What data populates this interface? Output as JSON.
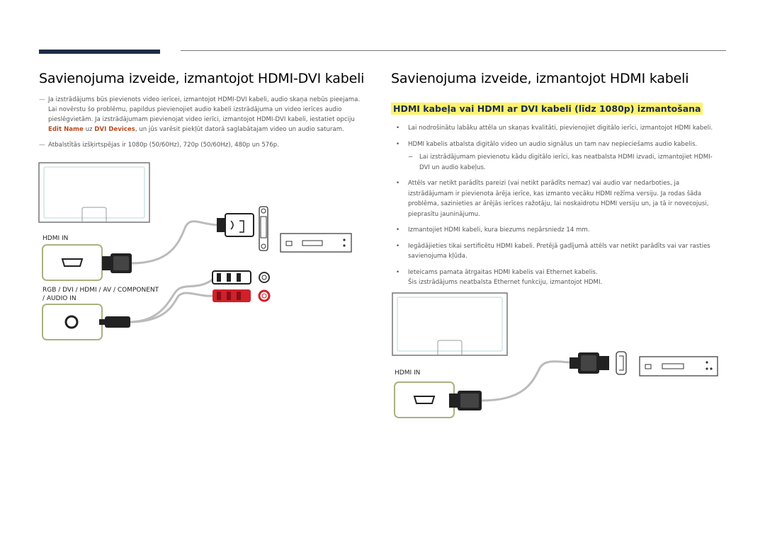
{
  "left": {
    "title": "Savienojuma izveide, izmantojot HDMI-DVI kabeli",
    "note1": {
      "line1": "Ja izstrādājums būs pievienots video ierīcei, izmantojot HDMI-DVI kabeli, audio skaņa nebūs pieejama.",
      "line2": "Lai novērstu šo problēmu, papildus pievienojiet audio kabeli izstrādājuma un video ierīces audio",
      "line3": "pieslēgvietām. Ja izstrādājumam pievienojat video ierīci, izmantojot HDMI-DVI kabeli, iestatiet opciju",
      "edit_name": "Edit Name",
      "uz": "uz",
      "dvi_devices": "DVI Devices",
      "line4_rest": ", un jūs varēsit piekļūt datorā saglabātajam video un audio saturam."
    },
    "note2": "Atbalstītās izšķirtspējas ir 1080p (50/60Hz), 720p (50/60Hz), 480p un 576p.",
    "hdmi_in_label": "HDMI IN",
    "rgb_label_line1": "RGB / DVI / HDMI / AV / COMPONENT",
    "rgb_label_line2": "/ AUDIO IN"
  },
  "right": {
    "title": "Savienojuma izveide, izmantojot HDMI kabeli",
    "subheading": "HDMI kabeļa vai HDMI ar DVI kabeli (līdz 1080p) izmantošana",
    "bullet1": "Lai nodrošinātu labāku attēla un skaņas kvalitāti, pievienojiet digitālo ierīci, izmantojot HDMI kabeli.",
    "bullet2": "HDMI kabelis atbalsta digitālo video un audio signālus un tam nav nepieciešams audio kabelis.",
    "bullet2_sub_line1": "Lai izstrādājumam pievienotu kādu digitālo ierīci, kas neatbalsta HDMI izvadi, izmantojiet HDMI-",
    "bullet2_sub_line2": "DVI un audio kabeļus.",
    "bullet3_line1": "Attēls var netikt parādīts pareizi (vai netikt parādīts nemaz) vai audio var nedarboties, ja",
    "bullet3_line2": "izstrādājumam ir pievienota ārēja ierīce, kas izmanto vecāku HDMI režīma versiju. Ja rodas šāda",
    "bullet3_line3": "problēma, sazinieties ar ārējās ierīces ražotāju, lai noskaidrotu HDMI versiju un, ja tā ir novecojusi,",
    "bullet3_line4": "pieprasītu jauninājumu.",
    "bullet4": "Izmantojiet HDMI kabeli, kura biezums nepārsniedz 14 mm.",
    "bullet5_line1": "Iegādājieties tikai sertificētu HDMI kabeli. Pretējā gadījumā attēls var netikt parādīts vai var rasties",
    "bullet5_line2": "savienojuma kļūda.",
    "bullet6_line1": "Ieteicams pamata ātrgaitas HDMI kabelis vai Ethernet kabelis.",
    "bullet6_line2": "Šis izstrādājums neatbalsta Ethernet funkciju, izmantojot HDMI.",
    "bullet_symbol": "•",
    "sub_dash": "−",
    "hdmi_in_label": "HDMI IN"
  },
  "colors": {
    "highlight": "#fff36a",
    "subheading_text": "#1a2c54",
    "port_border": "#a8b27f",
    "accent_text": "#b64a1f",
    "audio_red": "#d0202a"
  },
  "icons": [
    "monitor-icon",
    "hdmi-port-icon",
    "audio-jack-icon",
    "hdmi-plug-icon",
    "dvi-connector-icon",
    "rca-connector-icon",
    "av-device-icon"
  ]
}
